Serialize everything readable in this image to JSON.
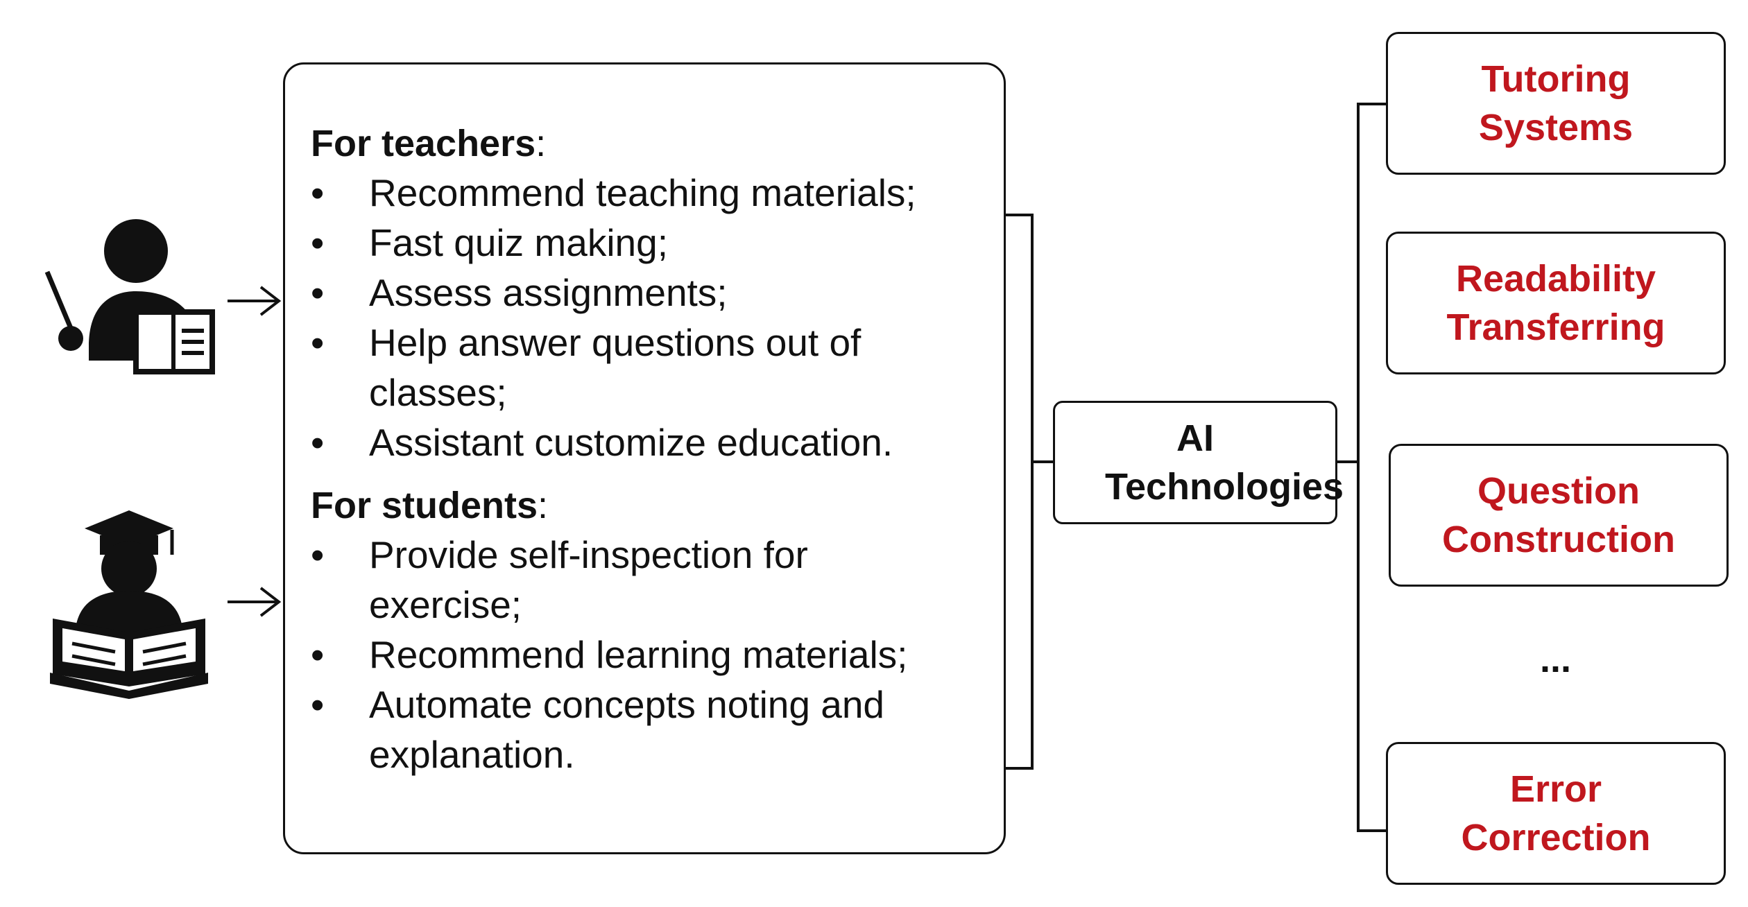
{
  "teachers": {
    "heading": "For teachers",
    "colon": ":",
    "items": [
      "Recommend teaching materials;",
      "Fast quiz making;",
      "Assess assignments;",
      "Help answer questions out of classes;",
      "Assistant customize education."
    ]
  },
  "students": {
    "heading": "For students",
    "colon": ":",
    "items": [
      "Provide self-inspection for exercise;",
      "Recommend learning materials;",
      "Automate concepts noting and explanation."
    ]
  },
  "bullet_symbol": "•",
  "center_node": "AI Technologies",
  "technologies": [
    "Tutoring Systems",
    "Readability Transferring",
    "Question Construction",
    "Error Correction"
  ],
  "ellipsis": "...",
  "colors": {
    "tech_text": "#c0171e",
    "line": "#111111"
  },
  "icons": [
    "teacher-icon",
    "student-icon"
  ]
}
